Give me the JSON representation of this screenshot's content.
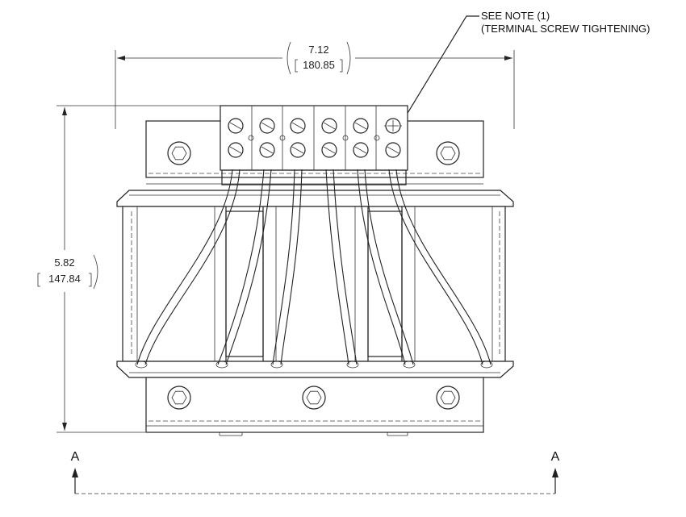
{
  "note": {
    "line1": "SEE NOTE (1)",
    "line2": "(TERMINAL SCREW TIGHTENING)"
  },
  "width_dimension": {
    "inches": "7.12",
    "millimeters": "180.85"
  },
  "height_dimension": {
    "inches": "5.82",
    "millimeters": "147.84"
  },
  "section_marks": {
    "left": "A",
    "right": "A"
  }
}
